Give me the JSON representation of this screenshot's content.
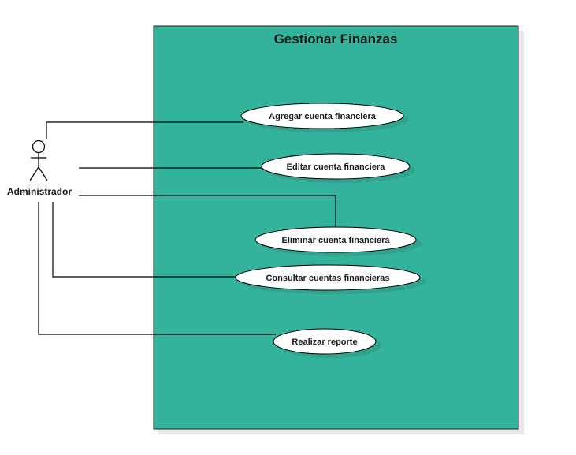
{
  "system": {
    "title": "Gestionar Finanzas",
    "fill_color": "#33b39c",
    "shadow_color": "#e9e9e9"
  },
  "actor": {
    "label": "Administrador",
    "icon": "stick-figure-icon"
  },
  "use_cases": [
    {
      "id": "agregar",
      "label": "Agregar cuenta financiera"
    },
    {
      "id": "editar",
      "label": "Editar cuenta financiera"
    },
    {
      "id": "eliminar",
      "label": "Eliminar cuenta financiera"
    },
    {
      "id": "consultar",
      "label": "Consultar cuentas financieras"
    },
    {
      "id": "reporte",
      "label": "Realizar reporte"
    }
  ]
}
